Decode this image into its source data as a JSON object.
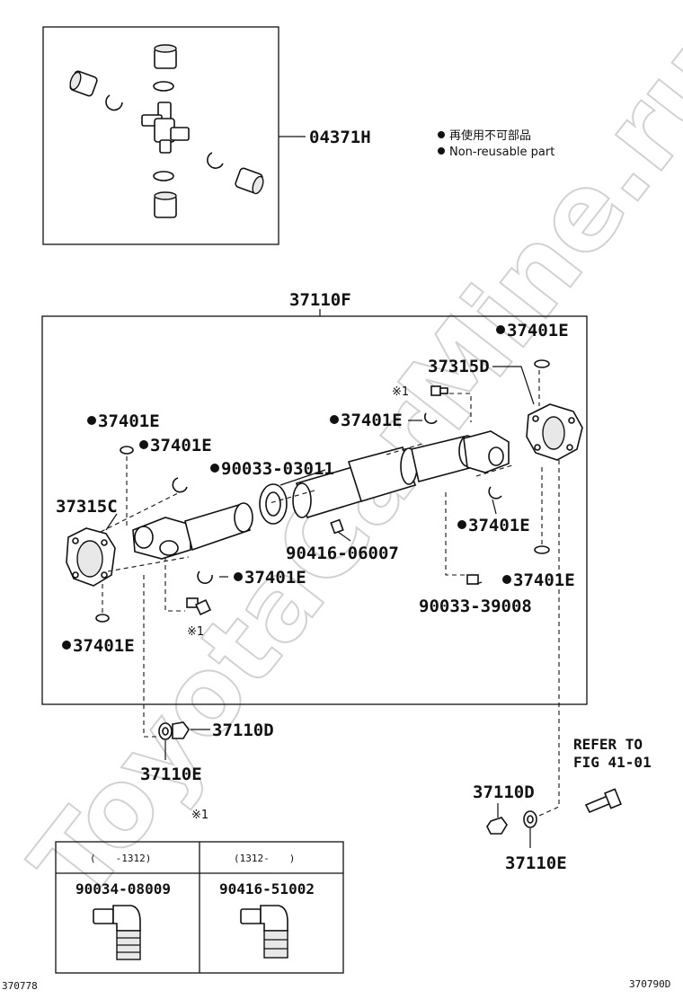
{
  "watermark": "ToyotaCarMine.ru",
  "kit": {
    "part_number": "04371H",
    "note_ja": "再使用不可部品",
    "note_en": "Non-reusable part"
  },
  "assembly": {
    "part_number": "37110F"
  },
  "callouts": {
    "flange_rear": "37315D",
    "flange_front": "37315C",
    "snap_ring_1": "37401E",
    "snap_ring_2": "37401E",
    "snap_ring_3": "37401E",
    "snap_ring_4": "37401E",
    "snap_ring_5": "37401E",
    "snap_ring_6": "37401E",
    "snap_ring_7": "37401E",
    "snap_ring_8": "37401E",
    "washer_center": "90033-03011",
    "fitting_center": "90416-06007",
    "fitting_rear": "90033-39008",
    "nut_left": "37110D",
    "washer_left": "37110E",
    "nut_right": "37110D",
    "washer_right": "37110E"
  },
  "markers": {
    "ref_mark": "※1",
    "ref_mark_table": "※1",
    "ref_mark_front": "※1"
  },
  "refer": {
    "line1": "REFER TO",
    "line2": "FIG 41-01"
  },
  "table": {
    "col1_header": "(　　-1312)",
    "col2_header": "(1312-　　)",
    "col1_part": "90034-08009",
    "col2_part": "90416-51002"
  },
  "footer": {
    "left_code": "370778",
    "right_code": "370790D"
  }
}
